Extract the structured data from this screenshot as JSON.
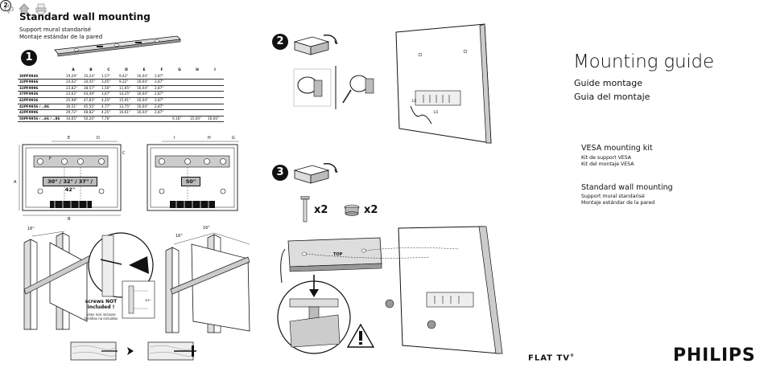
{
  "toolbar": {
    "back_icon": "back-arrow-icon",
    "home_icon": "home-icon",
    "print_icon": "print-icon"
  },
  "left": {
    "title": "Standard wall mounting",
    "subtitle_fr": "Support mural standarisé",
    "subtitle_es": "Montaje estándar de la pared",
    "step1": "1",
    "table": {
      "headers": [
        "",
        "A",
        "B",
        "C",
        "D",
        "E",
        "F",
        "G",
        "H",
        "I"
      ],
      "rows": [
        [
          "30PF9946",
          "19,29\"",
          "35,24\"",
          "1,57\"",
          "9,42\"",
          "16,04\"",
          "2,87\"",
          "",
          "",
          ""
        ],
        [
          "32PF9966",
          "24,02\"",
          "34,45\"",
          "3,45\"",
          "9,22\"",
          "16,04\"",
          "2,87\"",
          "",
          "",
          ""
        ],
        [
          "32PF9996",
          "23,82\"",
          "38,57\"",
          "1,50\"",
          "11,65\"",
          "16,04\"",
          "2,87\"",
          "",
          "",
          ""
        ],
        [
          "37PF9936",
          "23,62\"",
          "44,49\"",
          "3,67\"",
          "14,25\"",
          "16,04\"",
          "2,87\"",
          "",
          "",
          ""
        ],
        [
          "42PF9936",
          "25,98\"",
          "47,83\"",
          "4,25\"",
          "15,91\"",
          "16,04\"",
          "2,87\"",
          "",
          "",
          ""
        ],
        [
          "42PF9956 / ..86",
          "30,51\"",
          "45,55\"",
          "4,77\"",
          "13,75\"",
          "16,04\"",
          "2,87\"",
          "",
          "",
          ""
        ],
        [
          "42PF9996",
          "29,72\"",
          "48,82\"",
          "4,25\"",
          "16,61\"",
          "16,04\"",
          "2,87\"",
          "",
          "",
          ""
        ],
        [
          "50PF9956 / ..66 / ..86",
          "34,65\"",
          "50,20\"",
          "7,76\"",
          "",
          "",
          "",
          "9,16\"",
          "15,00\"",
          "16,00\""
        ]
      ]
    },
    "dim_labels": {
      "a": "A",
      "b": "B",
      "c": "C",
      "d": "D",
      "e": "E",
      "f": "F",
      "g": "G",
      "h": "H",
      "i": "I"
    },
    "sizes_label": "30\" / 32\" / 37\" / 42\"",
    "size50_label": "50\"",
    "stud_spacing_1": "16\"",
    "stud_spacing_2": "16\"",
    "stud_spacing_3": "16\"",
    "screws_note_1": "screws NOT",
    "screws_note_2": "included !",
    "screws_note_fr": "vises non incluses",
    "screws_note_es": "tornillos no incluidos",
    "bolt_step": "2",
    "inner_dim": "3/4\""
  },
  "middle": {
    "step2": "2",
    "step3": "3",
    "bolt_qty": "x2",
    "cap_qty": "x2",
    "top_label": "TOP",
    "mark_1": "1/2",
    "mark_2": "1/2"
  },
  "right": {
    "title": "Mounting guide",
    "subtitle_fr": "Guide montage",
    "subtitle_es": "Guia del montaje",
    "vesa_title": "VESA mounting kit",
    "vesa_fr": "Kit de support VESA",
    "vesa_es": "Kit del montaje VESA",
    "std_title": "Standard wall mounting",
    "std_fr": "Support mural standarisé",
    "std_es": "Montaje estándar de la pared",
    "flattv": "FLAT TV",
    "flattv_mark": "®",
    "brand": "PHILIPS"
  }
}
